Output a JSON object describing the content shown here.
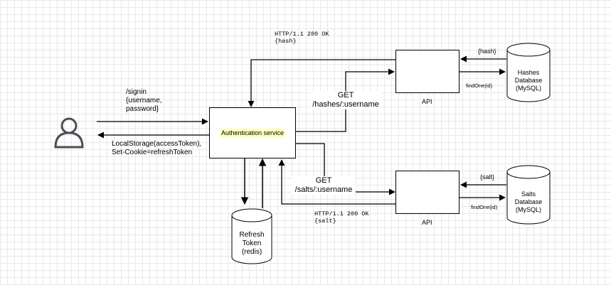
{
  "nodes": {
    "auth_service": "Authentication service",
    "api_top": "API",
    "api_bottom": "API",
    "hashes_db": "Hashes\nDatabase\n(MySQL)",
    "salts_db": "Salts\nDatabase\n(MySQL)",
    "refresh_db": "Refresh\nToken\n(redis)",
    "user_icon": "user-icon"
  },
  "edges": {
    "signin": "/signin\n{username,\npassword}",
    "response_user": "LocalStorage(accessToken),\nSet-Cookie=refreshToken",
    "get_hashes": "GET\n/hashes/:username",
    "http_hash": "HTTP/1.1 200 OK\n{hash}",
    "hash_return": "{hash}",
    "find_one_hashes": "findOne(id)",
    "get_salts": "GET\n/salts/:username",
    "http_salt": "HTTP/1.1 200 OK\n{salt}",
    "salt_return": "{salt}",
    "find_one_salts": "findOne(id)"
  },
  "colors": {
    "stroke": "#000000",
    "highlight": "#ffffc0",
    "grid": "#e8e8e8"
  }
}
